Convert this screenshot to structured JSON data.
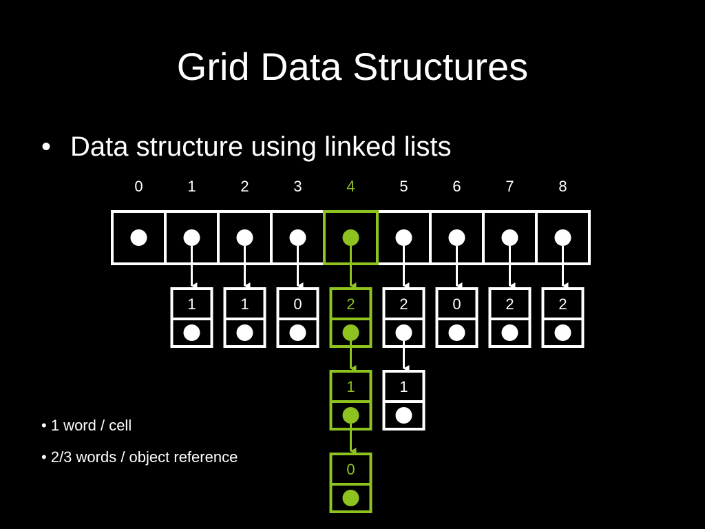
{
  "title": "Grid Data Structures",
  "bullet": "Data structure using linked lists",
  "sub_bullets": [
    "1 word / cell",
    "2/3 words / object reference"
  ],
  "colors": {
    "background": "#000000",
    "normal": "#ffffff",
    "highlight": "#8ec31f"
  },
  "grid": {
    "indices": [
      "0",
      "1",
      "2",
      "3",
      "4",
      "5",
      "6",
      "7",
      "8"
    ],
    "highlight_index": 4
  },
  "lists": [
    {
      "cell": 1,
      "nodes": [
        "1"
      ]
    },
    {
      "cell": 2,
      "nodes": [
        "1"
      ]
    },
    {
      "cell": 3,
      "nodes": [
        "0"
      ]
    },
    {
      "cell": 4,
      "nodes": [
        "2",
        "1",
        "0"
      ]
    },
    {
      "cell": 5,
      "nodes": [
        "2",
        "1"
      ]
    },
    {
      "cell": 6,
      "nodes": [
        "0"
      ]
    },
    {
      "cell": 7,
      "nodes": [
        "2"
      ]
    },
    {
      "cell": 8,
      "nodes": [
        "2"
      ]
    }
  ]
}
